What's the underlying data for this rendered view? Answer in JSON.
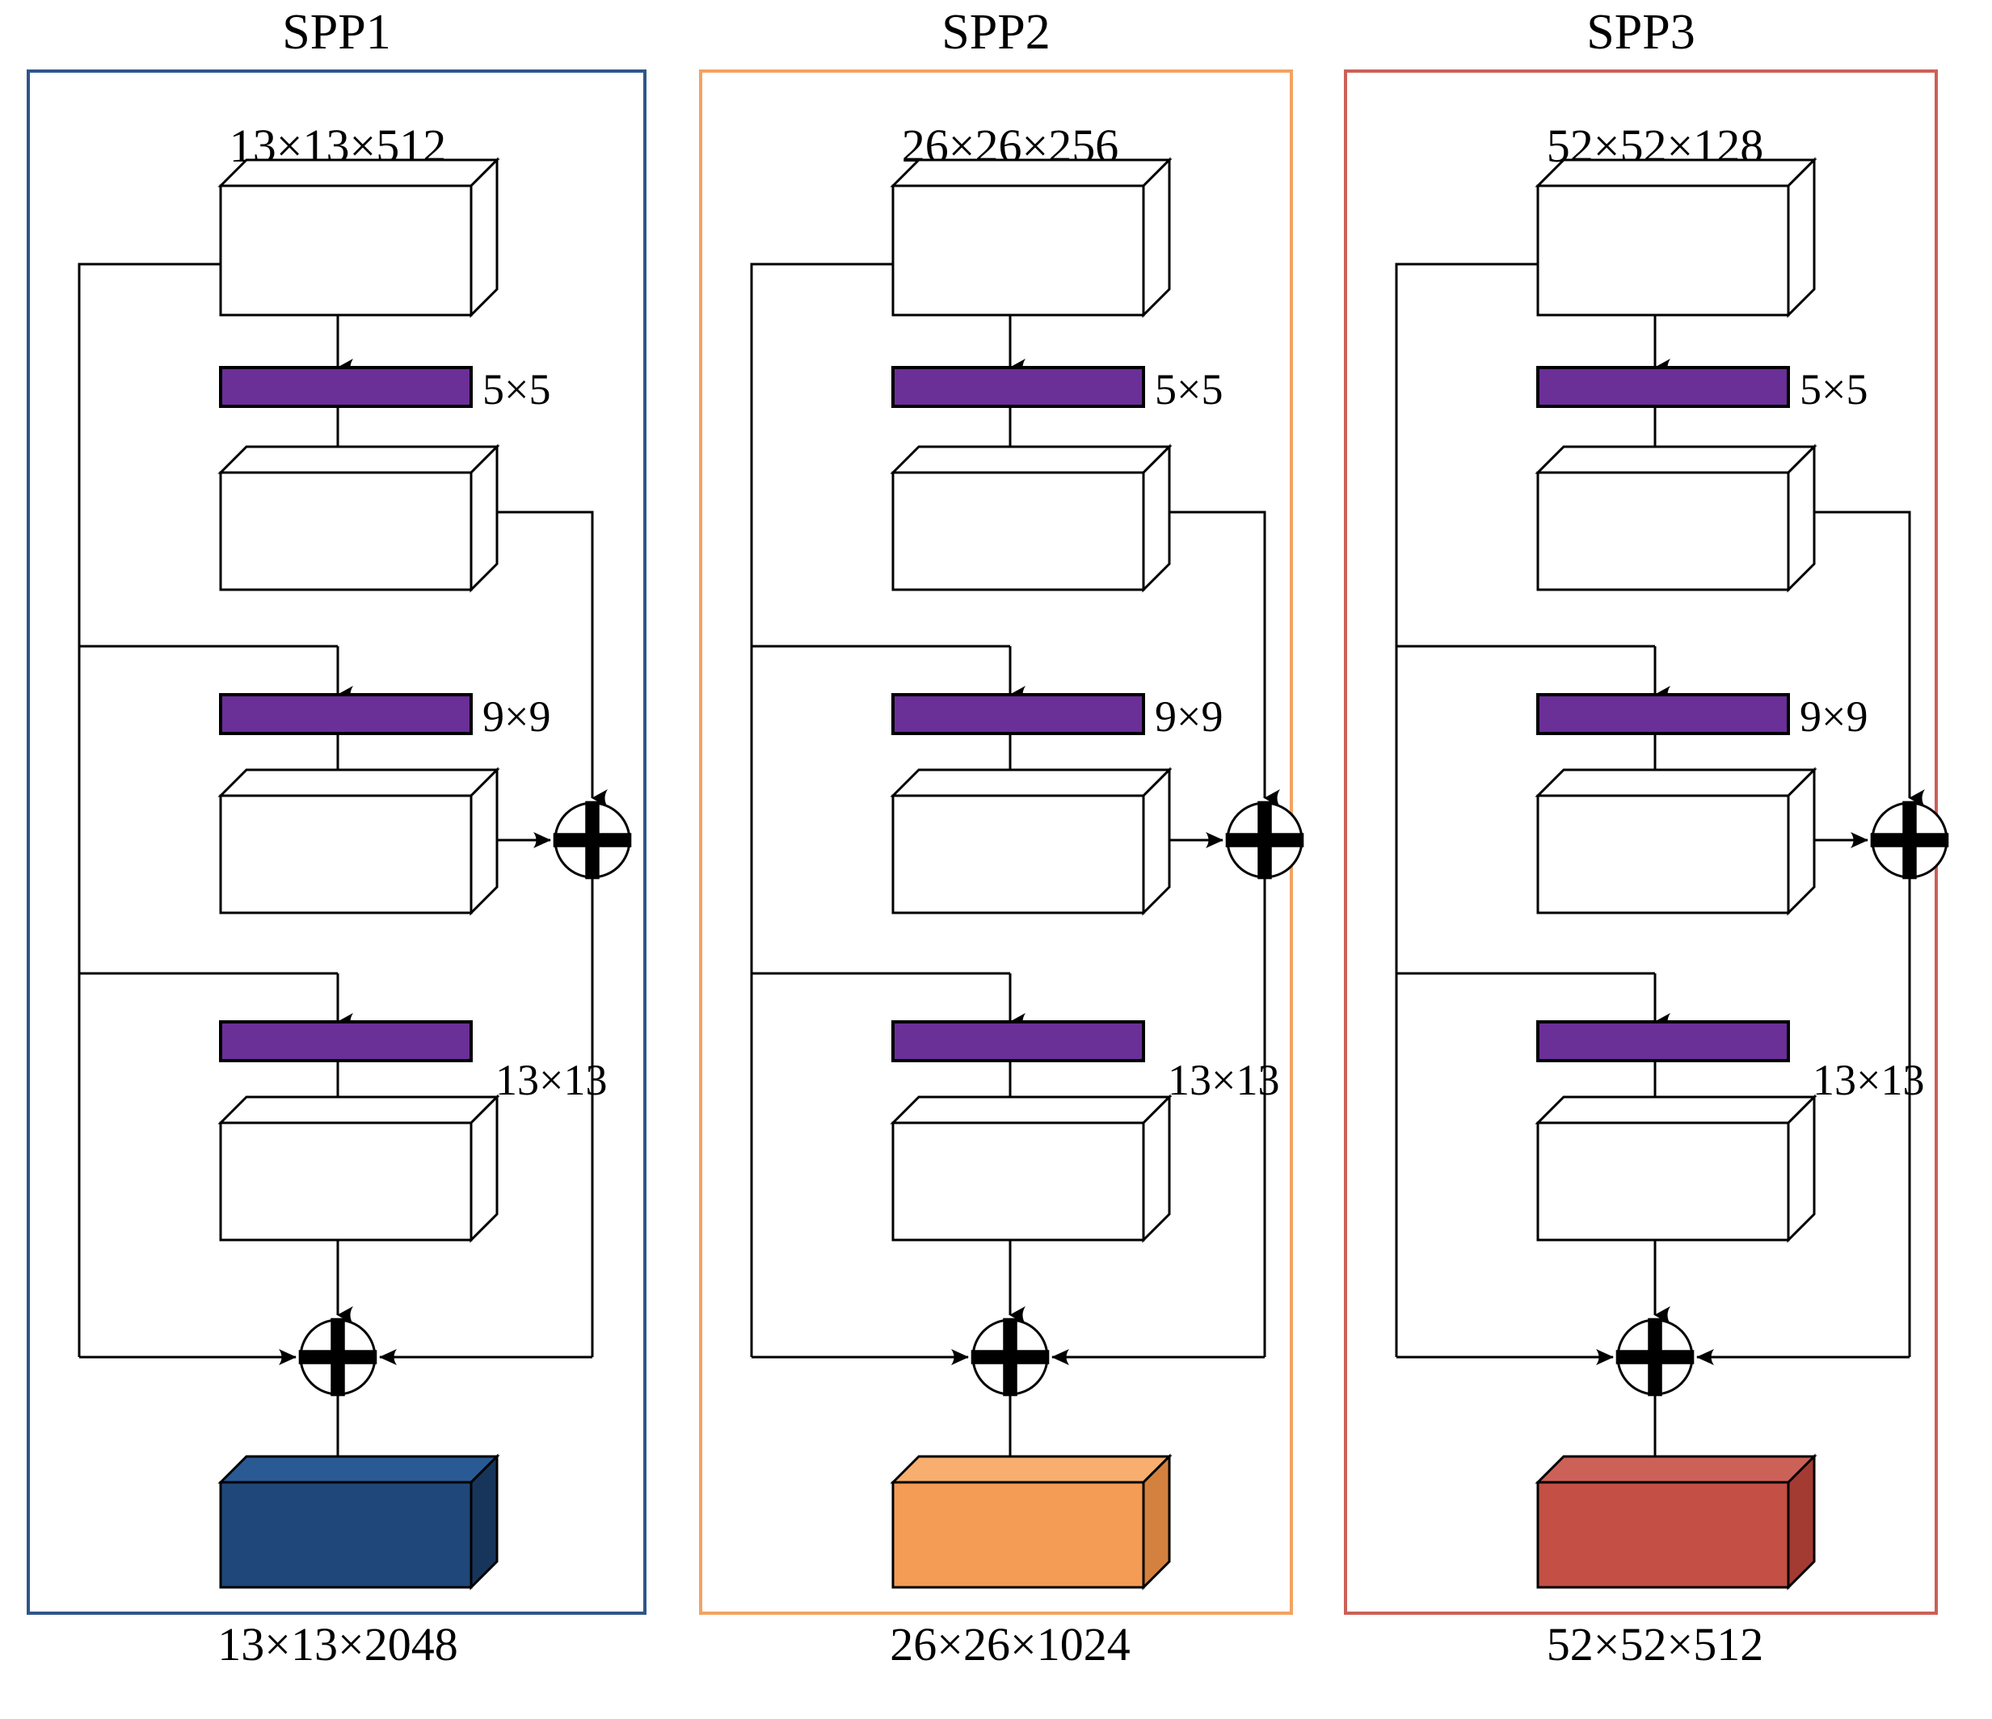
{
  "diagram": {
    "title_row": [
      "SPP1",
      "SPP2",
      "SPP3"
    ],
    "panels": [
      {
        "id": "spp1",
        "title": "SPP1",
        "border_color": "#2E5689",
        "input_label": "13×13×512",
        "output_label": "13×13×2048",
        "output_color": "#1F4779",
        "output_color_side": "#17355A",
        "output_color_top": "#2A5A94",
        "pool_labels": [
          "5×5",
          "9×9",
          "13×13"
        ],
        "pool_color": "#6B2F98",
        "sum_symbol": "⊕"
      },
      {
        "id": "spp2",
        "title": "SPP2",
        "border_color": "#F4A261",
        "input_label": "26×26×256",
        "output_label": "26×26×1024",
        "output_color": "#F49B55",
        "output_color_side": "#D4813F",
        "output_color_top": "#F7AE6E",
        "pool_labels": [
          "5×5",
          "9×9",
          "13×13"
        ],
        "pool_color": "#6B2F98",
        "sum_symbol": "⊕"
      },
      {
        "id": "spp3",
        "title": "SPP3",
        "border_color": "#CB6057",
        "input_label": "52×52×128",
        "output_label": "52×52×512",
        "output_color": "#C34F45",
        "output_color_side": "#A33B33",
        "output_color_top": "#CC6158",
        "pool_labels": [
          "5×5",
          "9×9",
          "13×13"
        ],
        "pool_color": "#6B2F98",
        "sum_symbol": "⊕"
      }
    ],
    "colors": {
      "pool_purple": "#6B2F98",
      "stroke": "#000000",
      "cube_fill": "#FFFFFF"
    }
  }
}
